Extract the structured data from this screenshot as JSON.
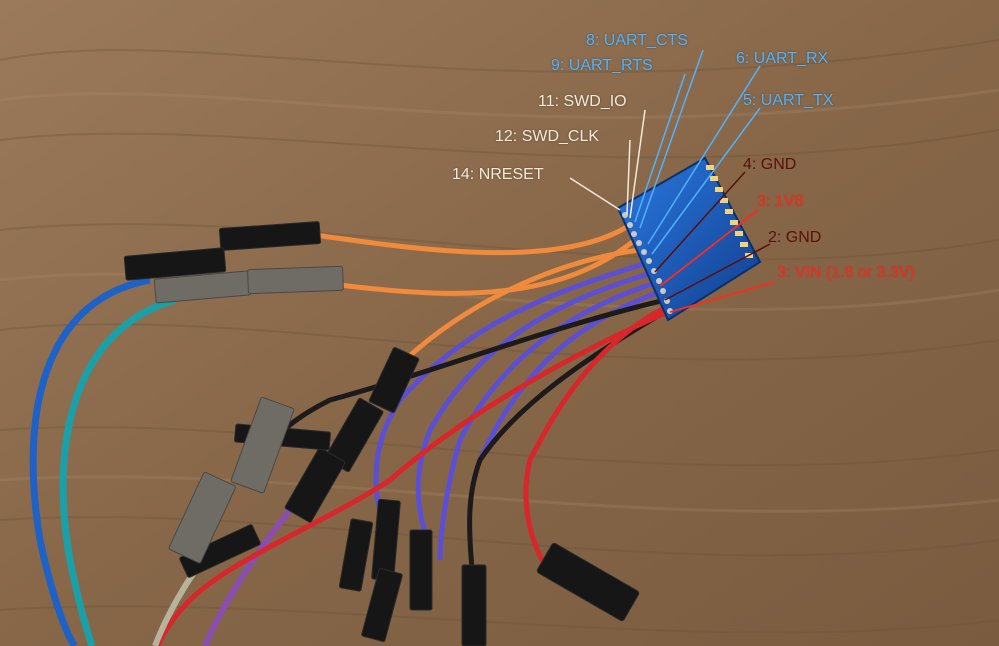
{
  "pins": [
    {
      "id": "uart_cts",
      "text": "8: UART_CTS"
    },
    {
      "id": "uart_rts",
      "text": "9: UART_RTS"
    },
    {
      "id": "uart_rx",
      "text": "6: UART_RX"
    },
    {
      "id": "uart_tx",
      "text": "5: UART_TX"
    },
    {
      "id": "swd_io",
      "text": "11: SWD_IO"
    },
    {
      "id": "swd_clk",
      "text": "12: SWD_CLK"
    },
    {
      "id": "nreset",
      "text": "14: NRESET"
    },
    {
      "id": "gnd4",
      "text": "4: GND"
    },
    {
      "id": "v1v8",
      "text": "3: 1V8"
    },
    {
      "id": "gnd2",
      "text": "2: GND"
    },
    {
      "id": "vin",
      "text": "3: VIN (1.8 or 3.3V)"
    }
  ],
  "colors": {
    "uart_label": "#4fb3ff",
    "swd_label": "#f3ead8",
    "gnd_label": "#5a0f08",
    "power_label": "#ff2a1f",
    "wood": "#8a6a4d",
    "board": "#1d63c9"
  }
}
